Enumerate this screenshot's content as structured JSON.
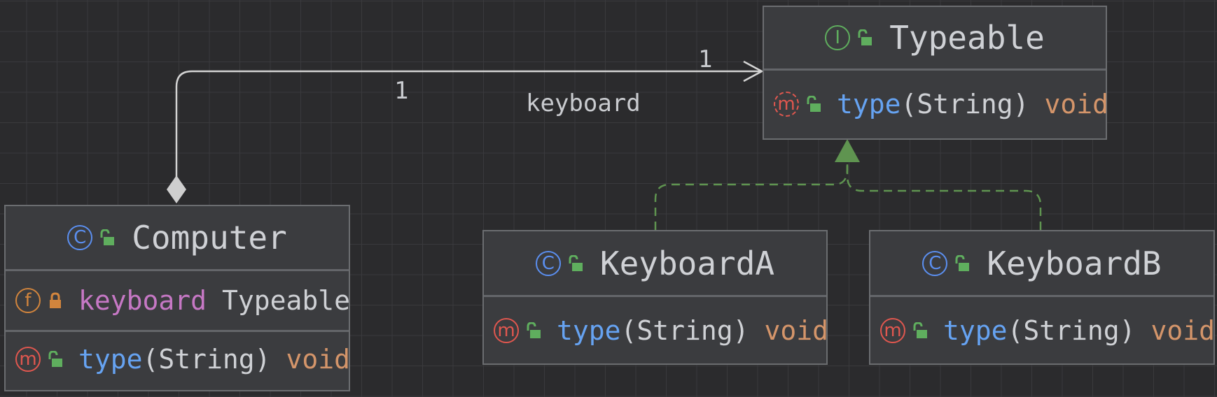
{
  "colors": {
    "background": "#2b2b2d",
    "class_box": "#3b3c3f",
    "association_line": "#d4d4d4",
    "realization_line": "#5f9450",
    "method_name": "#66a3f2",
    "field_name": "#c678c5",
    "return_type": "#d4956a"
  },
  "association": {
    "label": "keyboard",
    "source_multiplicity": "1",
    "target_multiplicity": "1"
  },
  "classes": {
    "typeable": {
      "name": "Typeable",
      "kind_letter": "I",
      "kind_icon": "interface-icon",
      "method": {
        "kind_letter": "m",
        "name": "type",
        "params": "(String)",
        "returns": "void"
      }
    },
    "computer": {
      "name": "Computer",
      "kind_letter": "C",
      "kind_icon": "class-icon",
      "field": {
        "kind_letter": "f",
        "name": "keyboard",
        "type": "Typeable"
      },
      "method": {
        "kind_letter": "m",
        "name": "type",
        "params": "(String)",
        "returns": "void"
      }
    },
    "keyboard_a": {
      "name": "KeyboardA",
      "kind_letter": "C",
      "kind_icon": "class-icon",
      "method": {
        "kind_letter": "m",
        "name": "type",
        "params": "(String)",
        "returns": "void"
      }
    },
    "keyboard_b": {
      "name": "KeyboardB",
      "kind_letter": "C",
      "kind_icon": "class-icon",
      "method": {
        "kind_letter": "m",
        "name": "type",
        "params": "(String)",
        "returns": "void"
      }
    }
  }
}
